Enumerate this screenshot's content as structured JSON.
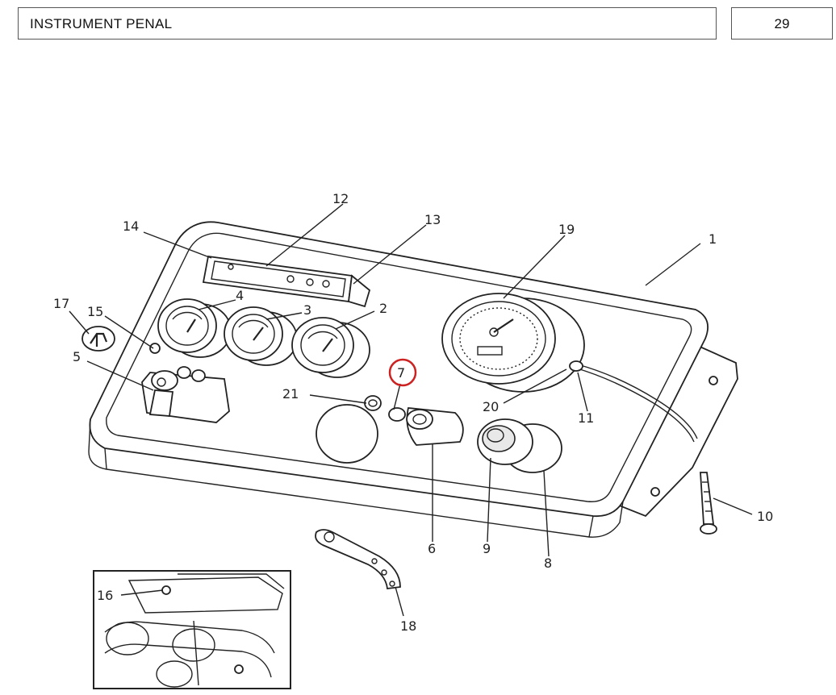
{
  "header": {
    "title": "INSTRUMENT PENAL",
    "page_number": "29"
  },
  "callouts": {
    "c1": "1",
    "c2": "2",
    "c3": "3",
    "c4": "4",
    "c5": "5",
    "c6": "6",
    "c7": "7",
    "c8": "8",
    "c9": "9",
    "c10": "10",
    "c11": "11",
    "c12": "12",
    "c13": "13",
    "c14": "14",
    "c15": "15",
    "c16": "16",
    "c17": "17",
    "c18": "18",
    "c19": "19",
    "c20": "20",
    "c21": "21"
  },
  "highlight": {
    "callout": "7",
    "color": "#cc2222"
  }
}
